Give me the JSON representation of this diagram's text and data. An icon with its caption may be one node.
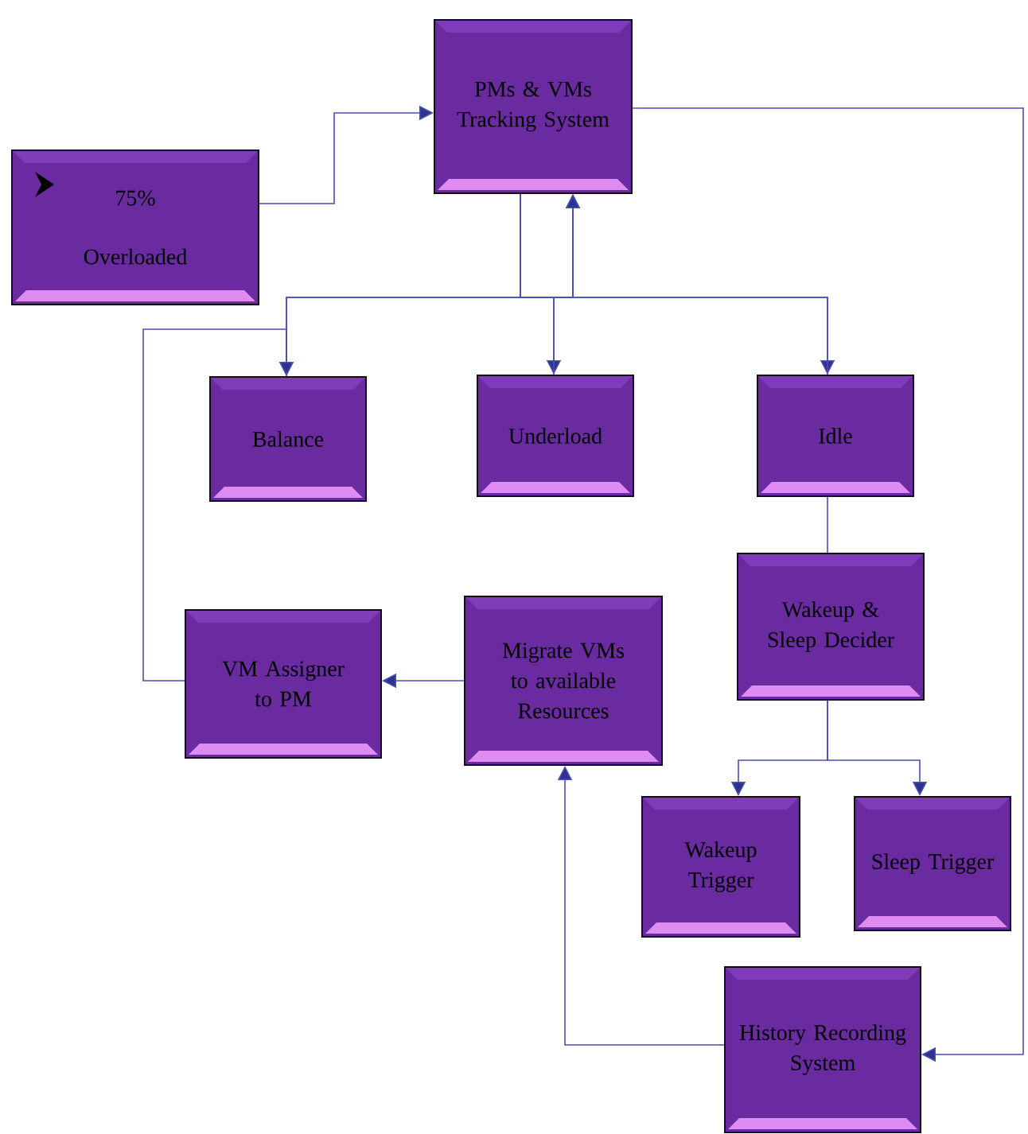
{
  "diagram": {
    "nodes": [
      {
        "text": [
          "75%",
          "Overloaded"
        ]
      },
      {
        "text": [
          "PMs & VMs Tracking System"
        ]
      },
      {
        "text": [
          "Balance"
        ]
      },
      {
        "text": [
          "Underload"
        ]
      },
      {
        "text": [
          "Idle"
        ]
      },
      {
        "text": [
          "VM Assigner to PM"
        ]
      },
      {
        "text": [
          "Migrate  VMs to available Resources"
        ]
      },
      {
        "text": [
          "Wakeup & Sleep Decider"
        ]
      },
      {
        "text": [
          "Wakeup Trigger"
        ]
      },
      {
        "text": [
          "Sleep Trigger"
        ]
      },
      {
        "text": [
          "History Recording System"
        ]
      }
    ],
    "edges": [
      {
        "from": 0,
        "to": 1,
        "arrow": "to"
      },
      {
        "from": 1,
        "to": 2,
        "arrow": "to"
      },
      {
        "from": 1,
        "to": 3,
        "arrow": "to"
      },
      {
        "from": 1,
        "to": 4,
        "arrow": "to"
      },
      {
        "from": 2,
        "to": 1,
        "arrow": "to"
      },
      {
        "from": 3,
        "to": 1,
        "arrow": "to"
      },
      {
        "from": 4,
        "to": 1,
        "arrow": "to"
      },
      {
        "from": 4,
        "to": 7,
        "arrow": "none"
      },
      {
        "from": 7,
        "to": 8,
        "arrow": "to"
      },
      {
        "from": 7,
        "to": 9,
        "arrow": "to"
      },
      {
        "from": 6,
        "to": 5,
        "arrow": "to"
      },
      {
        "from": 5,
        "to": 2,
        "arrow": "to"
      },
      {
        "from": 10,
        "to": 6,
        "arrow": "to"
      },
      {
        "from": 1,
        "to": 10,
        "arrow": "to"
      }
    ]
  }
}
